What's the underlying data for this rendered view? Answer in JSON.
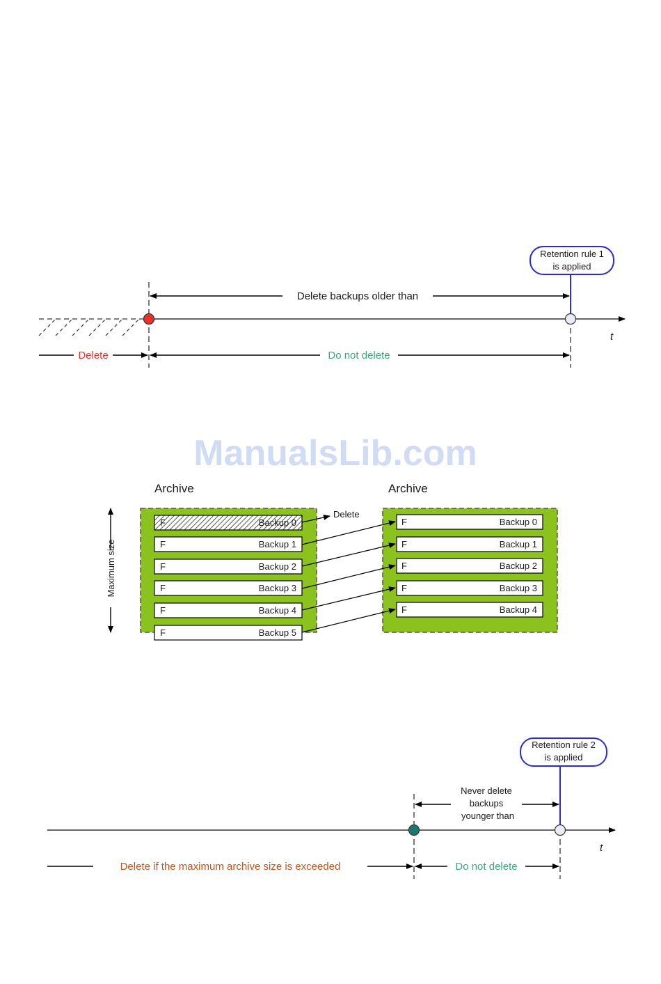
{
  "watermark": "ManualsLib.com",
  "diagram1": {
    "rule_line1": "Retention rule 1",
    "rule_line2": "is applied",
    "top_label": "Delete backups older than",
    "t_label": "t",
    "delete_label": "Delete",
    "keep_label": "Do not delete"
  },
  "diagram2": {
    "left_title": "Archive",
    "right_title": "Archive",
    "max_size_label": "Maximum size",
    "delete_label": "Delete",
    "full_marker": "F",
    "left_backups": [
      "Backup 0",
      "Backup 1",
      "Backup 2",
      "Backup 3",
      "Backup 4",
      "Backup 5"
    ],
    "right_backups": [
      "Backup 0",
      "Backup 1",
      "Backup 2",
      "Backup 3",
      "Backup 4"
    ]
  },
  "diagram3": {
    "rule_line1": "Retention rule 2",
    "rule_line2": "is applied",
    "never_line1": "Never delete",
    "never_line2": "backups",
    "never_line3": "younger than",
    "t_label": "t",
    "delete_label": "Delete if the maximum archive size is exceeded",
    "keep_label": "Do not delete"
  },
  "colors": {
    "archive_fill": "#8cc21e",
    "rule_blue": "#2a2ad8",
    "delete_red": "#e8322a",
    "keep_green": "#3aa87a",
    "delete_brown": "#c0541c",
    "teal_dot": "#1a7a72",
    "dot_light": "#e8ecf4"
  }
}
